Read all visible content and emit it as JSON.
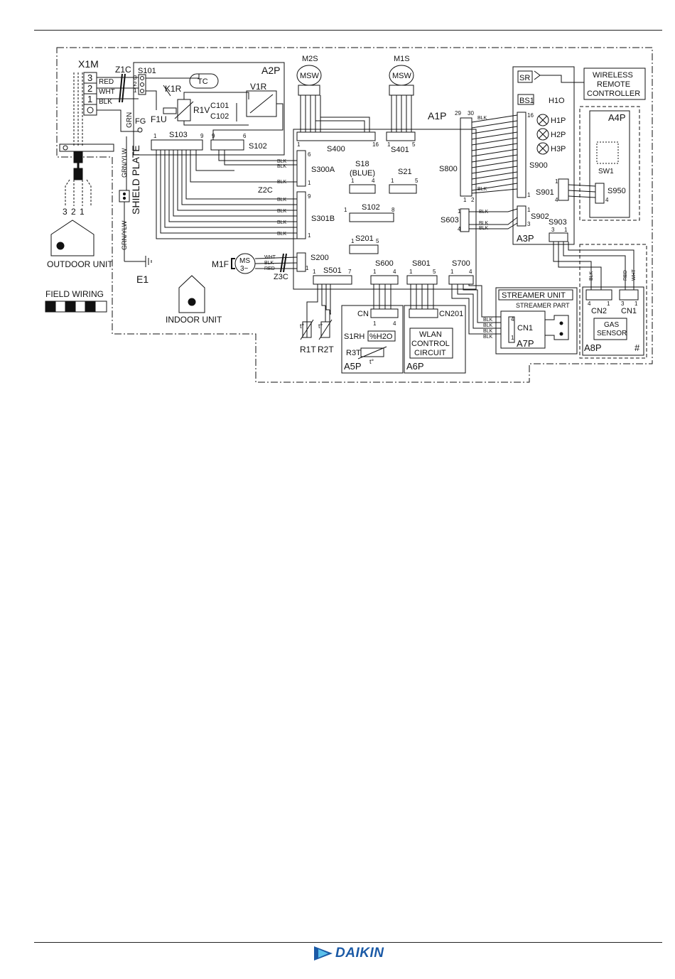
{
  "brand": "DAIKIN",
  "colors": {
    "ink": "#111111",
    "brand_blue": "#1b5aa6"
  },
  "boards": {
    "a2p": "A2P",
    "a1p": "A1P",
    "a3p": "A3P",
    "a4p": "A4P",
    "a5p": "A5P",
    "a6p": "A6P",
    "a7p": "A7P",
    "a8p": "A8P"
  },
  "terminal": {
    "x1m": "X1M",
    "t3": "3",
    "t2": "2",
    "t1": "1"
  },
  "wires": {
    "red": "RED",
    "wht": "WHT",
    "blk": "BLK",
    "grn": "GRN",
    "grnylw": "GRN/YLW"
  },
  "components": {
    "z1c": "Z1C",
    "z2c": "Z2C",
    "z3c": "Z3C",
    "k1r": "K1R",
    "tc": "TC",
    "v1r": "V1R",
    "r1v": "R1V",
    "f1u": "F1U",
    "c101": "C101",
    "c102": "C102",
    "fg": "FG",
    "m2s": "M2S",
    "m1s": "M1S",
    "msw": "MSW",
    "m1f": "M1F",
    "ms": "MS",
    "ms3": "3~",
    "r1t": "R1T",
    "r2t": "R2T",
    "tdeg": "t°",
    "e1": "E1",
    "shield": "SHIELD PLATE",
    "sr": "SR",
    "bs1": "BS1",
    "h1o": "H1O",
    "h1p": "H1P",
    "h2p": "H2P",
    "h3p": "H3P",
    "s1rh": "S1RH",
    "h2o": "%H2O",
    "r3t": "R3T",
    "hash": "#"
  },
  "connectors": {
    "s101": "S101",
    "s102a2p": "S102",
    "s103": "S103",
    "s400": "S400",
    "s401": "S401",
    "s300a": "S300A",
    "s301b": "S301B",
    "s18": "S18",
    "blue": "(BLUE)",
    "s21": "S21",
    "s102": "S102",
    "s201": "S201",
    "s800": "S800",
    "s603": "S603",
    "s200": "S200",
    "s501": "S501",
    "s600": "S600",
    "s801": "S801",
    "s700": "S700",
    "s900": "S900",
    "s901": "S901",
    "s902": "S902",
    "s903": "S903",
    "s950": "S950",
    "sw": "SW1",
    "cn": "CN",
    "cn201": "CN201",
    "cn1": "CN1",
    "cn2": "CN2"
  },
  "labels": {
    "wireless1": "WIRELESS",
    "wireless2": "REMOTE",
    "wireless3": "CONTROLLER",
    "outdoor": "OUTDOOR UNIT",
    "indoor": "INDOOR UNIT",
    "field": "FIELD WIRING",
    "streamer_unit": "STREAMER UNIT",
    "streamer_part": "STREAMER PART",
    "wlan1": "WLAN",
    "wlan2": "CONTROL",
    "wlan3": "CIRCUIT",
    "gas1": "GAS",
    "gas2": "SENSOR"
  },
  "pins": {
    "p1": "1",
    "p2": "2",
    "p3": "3",
    "p4": "4",
    "p5": "5",
    "p6": "6",
    "p7": "7",
    "p8": "8",
    "p9": "9",
    "p16": "16",
    "p29": "29",
    "p30": "30"
  }
}
